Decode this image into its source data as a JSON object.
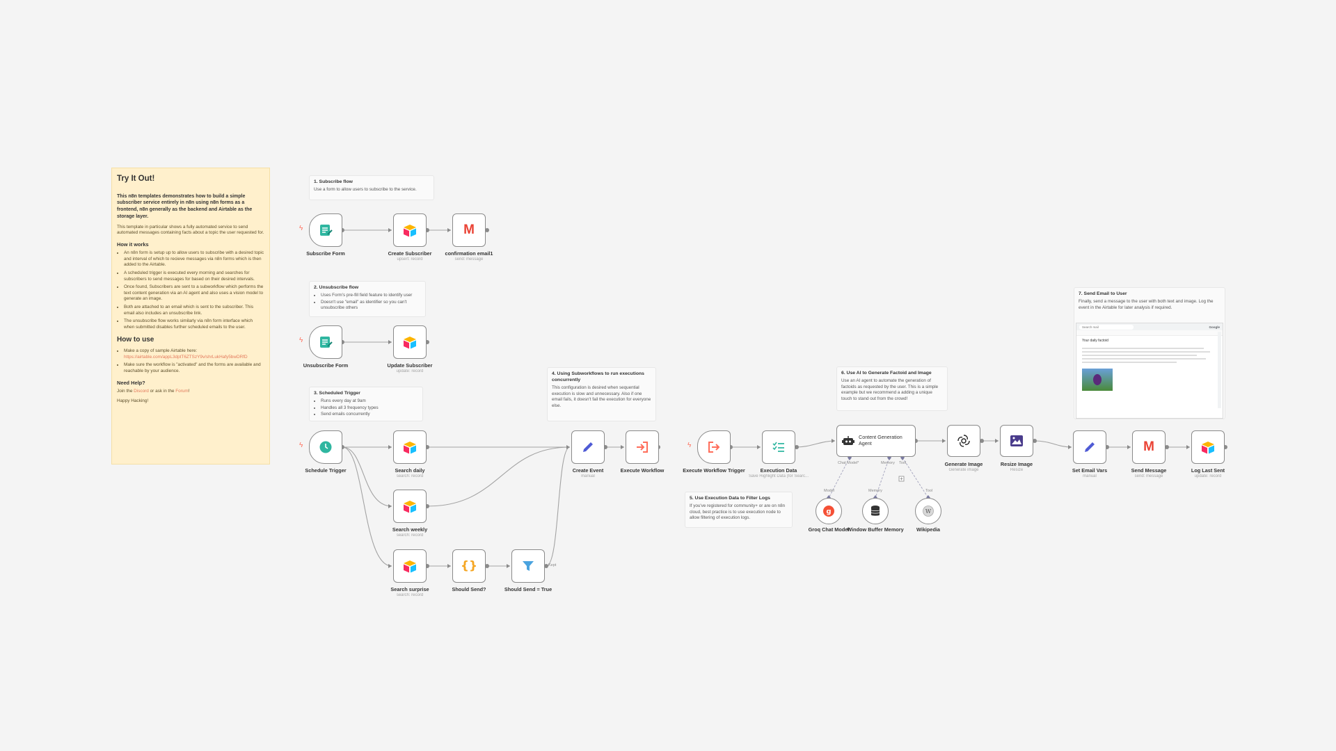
{
  "sticky": {
    "title": "Try It Out!",
    "intro": "This n8n templates demonstrates how to build a simple subscriber service entirely in n8n using n8n forms as a frontend, n8n generally as the backend and Airtable as the storage layer.",
    "desc": "This template in particular shows a fully automated service to send automated messages containing facts about a topic the user requested for.",
    "how_works_title": "How it works",
    "how_works_items": [
      "An n8n form is setup up to allow users to subscribe with a desired topic and interval of which to recieve messages via n8n forms which is then added to the Airtable.",
      "A scheduled trigger is executed every morning and searches for subscribers to send messages for based on their desired intervals.",
      "Once found, Subscribers are sent to a subworkflow which performs the text content generation via an AI agent and also uses a vision model to generate an image.",
      "Both are attached to an email which is sent to the subscriber. This email also includes an unsubscribe link.",
      "The unsubscribe flow works similarly via n8n form interface which when submitted disables further scheduled emails to the user."
    ],
    "how_use_title": "How to use",
    "how_use_item1": "Make a copy of sample Airtable here:",
    "how_use_link": "https://airtable.com/appL3dptT6ZTSzY9v/shrLukHafy5bwDRfD",
    "how_use_item2": "Make sure the workflow is \"activated\" and the forms are available and reachable by your audience.",
    "help_title": "Need Help?",
    "help_text_a": "Join the ",
    "help_link1": "Discord",
    "help_text_b": " or ask in the ",
    "help_link2": "Forum",
    "help_text_c": "!",
    "closing": "Happy Hacking!"
  },
  "notes": {
    "n1": {
      "title": "1. Subscribe flow",
      "body": "Use a form to allow users to subscribe to the service."
    },
    "n2": {
      "title": "2. Unsubscribe flow",
      "items": [
        "Uses Form's pre-fill field feature to identify user",
        "Doesn't use \"email\" as identifier so you can't unsubscribe others"
      ]
    },
    "n3": {
      "title": "3. Scheduled Trigger",
      "items": [
        "Runs every day at 9am",
        "Handles all 3 frequency types",
        "Send emails concurrently"
      ]
    },
    "n4": {
      "title": "4. Using Subworkflows to run executions concurrently",
      "body": "This configuration is desired when sequential execution is slow and unnecessary. Also if one email fails, it doesn't fail the execution for everyone else."
    },
    "n5": {
      "title": "5. Use Execution Data to Filter Logs",
      "body": "If you've registered for community+ or are on n8n cloud, best practice is to use execution node to allow filtering of execution logs."
    },
    "n6": {
      "title": "6. Use AI to Generate Factoid and Image",
      "body": "Use an AI agent to automate the generation of factoids as requested by the user. This is a simple example but we recommend a adding a unique touch to stand out from the crowd!"
    },
    "n7": {
      "title": "7. Send Email to User",
      "body": "Finally, send a message to the user with both text and image. Log the event in the Airtable for later analysis if required."
    }
  },
  "nodes": {
    "subscribe_form": {
      "label": "Subscribe Form",
      "icon": "form-icon"
    },
    "create_subscriber": {
      "label": "Create Subscriber",
      "sub": "upsert: record",
      "icon": "airtable-icon"
    },
    "confirmation_email": {
      "label": "confirmation email1",
      "sub": "send: message",
      "icon": "gmail-icon"
    },
    "unsubscribe_form": {
      "label": "Unsubscribe Form",
      "icon": "form-icon"
    },
    "update_subscriber": {
      "label": "Update Subscriber",
      "sub": "update: record",
      "icon": "airtable-icon"
    },
    "schedule_trigger": {
      "label": "Schedule Trigger",
      "icon": "clock-icon"
    },
    "search_daily": {
      "label": "Search daily",
      "sub": "search: record",
      "icon": "airtable-icon"
    },
    "search_weekly": {
      "label": "Search weekly",
      "sub": "search: record",
      "icon": "airtable-icon"
    },
    "search_surprise": {
      "label": "Search surprise",
      "sub": "search: record",
      "icon": "airtable-icon"
    },
    "should_send": {
      "label": "Should Send?",
      "icon": "code-braces-icon"
    },
    "should_send_true": {
      "label": "Should Send = True",
      "icon": "filter-icon"
    },
    "create_event": {
      "label": "Create Event",
      "sub": "manual",
      "icon": "pen-icon"
    },
    "execute_workflow": {
      "label": "Execute Workflow",
      "icon": "execute-workflow-icon"
    },
    "execute_workflow_trigger": {
      "label": "Execute Workflow Trigger",
      "icon": "execute-workflow-icon"
    },
    "execution_data": {
      "label": "Execution Data",
      "sub": "Save Highlight Data (for Searc...",
      "icon": "checklist-icon"
    },
    "content_agent": {
      "label": "Content Generation Agent",
      "icon": "robot-icon"
    },
    "generate_image": {
      "label": "Generate Image",
      "sub": "Generate image",
      "icon": "openai-icon"
    },
    "resize_image": {
      "label": "Resize Image",
      "sub": "Resize",
      "icon": "image-icon"
    },
    "set_email_vars": {
      "label": "Set Email Vars",
      "sub": "manual",
      "icon": "pen-icon"
    },
    "send_message": {
      "label": "Send Message",
      "sub": "send: message",
      "icon": "gmail-icon"
    },
    "log_last_sent": {
      "label": "Log Last Sent",
      "sub": "update: record",
      "icon": "airtable-icon"
    },
    "groq": {
      "label": "Groq Chat Model",
      "icon": "groq-icon"
    },
    "memory": {
      "label": "Window Buffer Memory",
      "icon": "database-icon"
    },
    "wikipedia": {
      "label": "Wikipedia",
      "icon": "wikipedia-icon"
    }
  },
  "ports": {
    "chat_model": "Chat Model*",
    "memory": "Memory",
    "tool": "Tool",
    "model": "Model",
    "memory2": "Memory",
    "tool2": "Tool",
    "kept": "Kept"
  },
  "email_preview": {
    "search": "Search mail",
    "subject": "Your daily factoid",
    "brand": "Google"
  },
  "colors": {
    "canvas": "#f4f4f4",
    "sticky": "#fff0cc",
    "node_border": "#8a8a8a",
    "edge": "#9a9a9a",
    "trigger_bolt": "#ff6f5c",
    "form": "#2fb6a0",
    "gmail": "#ea4335",
    "pen": "#4f5bd5",
    "execute": "#ff6d5a"
  }
}
